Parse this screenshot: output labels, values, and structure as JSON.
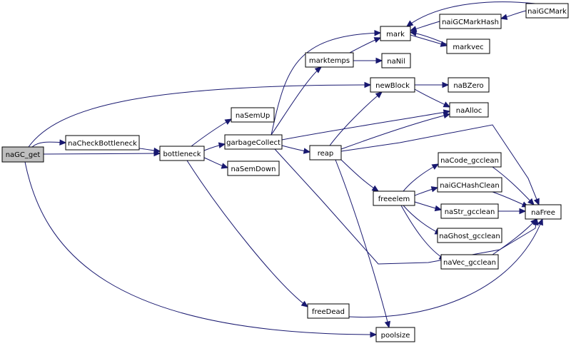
{
  "diagram": {
    "nodes": {
      "naGC_get": "naGC_get",
      "naCheckBottleneck": "naCheckBottleneck",
      "bottleneck": "bottleneck",
      "naSemUp": "naSemUp",
      "garbageCollect": "garbageCollect",
      "naSemDown": "naSemDown",
      "marktemps": "marktemps",
      "mark": "mark",
      "naiGCMark": "naiGCMark",
      "naiGCMarkHash": "naiGCMarkHash",
      "markvec": "markvec",
      "naNil": "naNil",
      "newBlock": "newBlock",
      "naBZero": "naBZero",
      "naAlloc": "naAlloc",
      "reap": "reap",
      "freeelem": "freeelem",
      "naCode_gcclean": "naCode_gcclean",
      "naiGCHashClean": "naiGCHashClean",
      "naStr_gcclean": "naStr_gcclean",
      "naGhost_gcclean": "naGhost_gcclean",
      "naVec_gcclean": "naVec_gcclean",
      "naFree": "naFree",
      "freeDead": "freeDead",
      "poolsize": "poolsize"
    },
    "edges": [
      [
        "naGC_get",
        "naCheckBottleneck"
      ],
      [
        "naGC_get",
        "bottleneck"
      ],
      [
        "naGC_get",
        "newBlock"
      ],
      [
        "naGC_get",
        "poolsize"
      ],
      [
        "naCheckBottleneck",
        "bottleneck"
      ],
      [
        "bottleneck",
        "naSemUp"
      ],
      [
        "bottleneck",
        "garbageCollect"
      ],
      [
        "bottleneck",
        "naSemDown"
      ],
      [
        "bottleneck",
        "freeDead"
      ],
      [
        "garbageCollect",
        "marktemps"
      ],
      [
        "garbageCollect",
        "mark"
      ],
      [
        "garbageCollect",
        "naAlloc"
      ],
      [
        "garbageCollect",
        "reap"
      ],
      [
        "garbageCollect",
        "naFree"
      ],
      [
        "marktemps",
        "mark"
      ],
      [
        "marktemps",
        "naNil"
      ],
      [
        "mark",
        "markvec"
      ],
      [
        "markvec",
        "mark"
      ],
      [
        "naiGCMark",
        "mark"
      ],
      [
        "naiGCMarkHash",
        "mark"
      ],
      [
        "naiGCMark",
        "naiGCMarkHash"
      ],
      [
        "newBlock",
        "naBZero"
      ],
      [
        "newBlock",
        "naAlloc"
      ],
      [
        "reap",
        "newBlock"
      ],
      [
        "reap",
        "naAlloc"
      ],
      [
        "reap",
        "freeelem"
      ],
      [
        "reap",
        "naFree"
      ],
      [
        "reap",
        "poolsize"
      ],
      [
        "freeelem",
        "naCode_gcclean"
      ],
      [
        "freeelem",
        "naiGCHashClean"
      ],
      [
        "freeelem",
        "naStr_gcclean"
      ],
      [
        "freeelem",
        "naGhost_gcclean"
      ],
      [
        "freeelem",
        "naVec_gcclean"
      ],
      [
        "naCode_gcclean",
        "naFree"
      ],
      [
        "naiGCHashClean",
        "naFree"
      ],
      [
        "naStr_gcclean",
        "naFree"
      ],
      [
        "naVec_gcclean",
        "naFree"
      ],
      [
        "freeDead",
        "naFree"
      ]
    ]
  }
}
